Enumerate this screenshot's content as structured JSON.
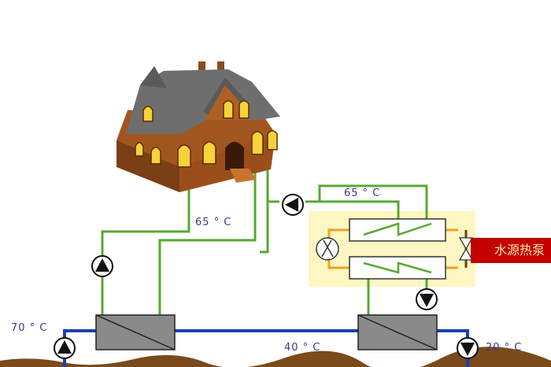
{
  "labels": {
    "t_65_top": "65 ° C",
    "t_65_left": "65 ° C",
    "t_70": "70 ° C",
    "t_40": "40 ° C",
    "t_20": "20 ° C"
  },
  "banner": {
    "text": "水源热泵"
  },
  "colors": {
    "supply_pipe": "#58a832",
    "ground_pipe": "#1a3fb0",
    "refrigerant": "#f0a020",
    "unit_box": "#fff7c2",
    "banner_bg": "#c40000",
    "banner_text": "#ffe9a8",
    "label_text": "#3a3a8c"
  },
  "icons": [
    "house-icon",
    "pump-icon",
    "compressor-icon",
    "expansion-valve-icon",
    "heat-exchanger-icon"
  ]
}
